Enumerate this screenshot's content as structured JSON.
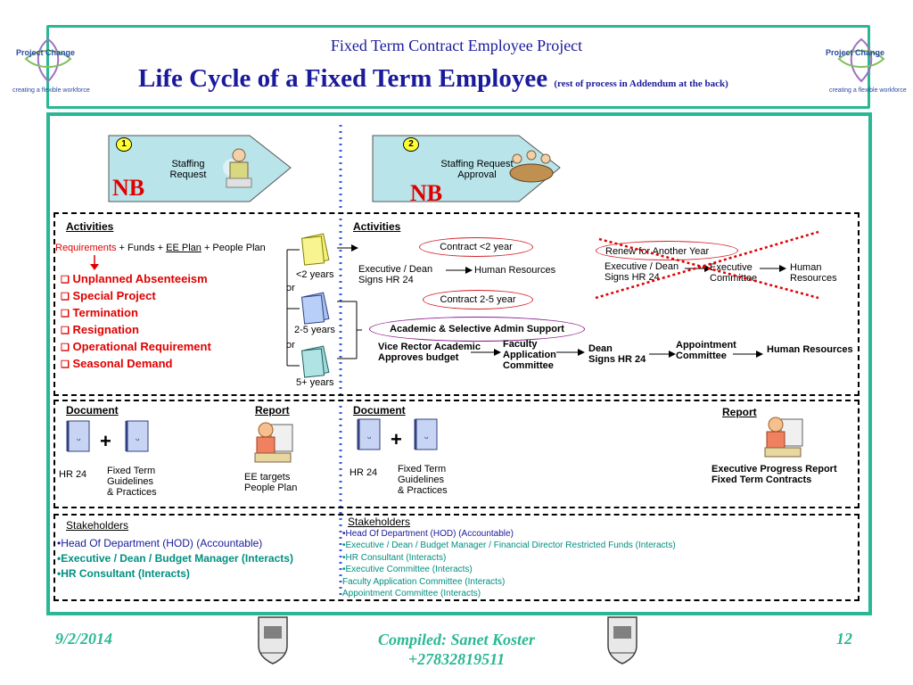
{
  "header": {
    "subtitle": "Fixed Term Contract Employee Project",
    "title": "Life Cycle of a Fixed Term Employee",
    "note": "(rest of process in Addendum at the back)",
    "logo_text": "Project Change",
    "logo_tagline": "creating a flexible workforce"
  },
  "steps": [
    {
      "number": "1",
      "label_line1": "Staffing",
      "label_line2": "Request",
      "flag": "NB"
    },
    {
      "number": "2",
      "label_line1": "Staffing Request",
      "label_line2": "Approval",
      "flag": "NB"
    }
  ],
  "left_activities": {
    "heading": "Activities",
    "req_part1": "Requirements",
    "req_part2": " + Funds + ",
    "req_part3": "EE Plan",
    "req_part4": " + People Plan",
    "reasons": [
      "Unplanned Absenteeism",
      "Special Project",
      "Termination",
      "Resignation",
      "Operational Requirement",
      "Seasonal Demand"
    ],
    "durations": [
      "<2 years",
      "2-5 years",
      "5+ years"
    ],
    "or_label": "or"
  },
  "right_activities": {
    "heading": "Activities",
    "contract_short": "Contract  <2 year",
    "exec_dean_line1": "Executive / Dean",
    "exec_dean_line2": "Signs HR 24",
    "human_resources": "Human Resources",
    "contract_mid": "Contract  2-5 year",
    "renew": "Renew for Another Year",
    "renew_exec_line1": "Executive / Dean",
    "renew_exec_line2": "Signs HR 24",
    "executive_committee_line1": "Executive",
    "executive_committee_line2": "Committee",
    "hr_line1": "Human",
    "hr_line2": "Resources",
    "academic": "Academic & Selective Admin Support",
    "vice_rector_line1": "Vice Rector Academic",
    "vice_rector_line2": "Approves budget",
    "faculty_line1": "Faculty",
    "faculty_line2": "Application",
    "faculty_line3": "Committee",
    "dean_line1": "Dean",
    "dean_line2": "Signs HR 24",
    "appointment_line1": "Appointment",
    "appointment_line2": "Committee",
    "human_resources_2": "Human Resources"
  },
  "left_document": {
    "heading": "Document",
    "report_heading": "Report",
    "doc1": "HR 24",
    "doc2_line1": "Fixed Term",
    "doc2_line2": "Guidelines",
    "doc2_line3": "& Practices",
    "report_line1": "EE targets",
    "report_line2": "People Plan",
    "plus": "+"
  },
  "right_document": {
    "heading": "Document",
    "report_heading": "Report",
    "doc1": "HR 24",
    "doc2_line1": "Fixed Term",
    "doc2_line2": "Guidelines",
    "doc2_line3": "& Practices",
    "report_line1": "Executive Progress Report",
    "report_line2": "Fixed Term Contracts",
    "plus": "+"
  },
  "left_stakeholders": {
    "heading": "Stakeholders",
    "items": [
      "•Head Of Department (HOD) (Accountable)",
      "•Executive / Dean / Budget Manager (Interacts)",
      "•HR Consultant (Interacts)"
    ]
  },
  "right_stakeholders": {
    "heading": "Stakeholders",
    "items": [
      "•Head Of Department (HOD) (Accountable)",
      "•Executive / Dean / Budget Manager / Financial Director Restricted Funds (Interacts)",
      "•HR Consultant (Interacts)",
      "•Executive Committee (Interacts)",
      "Faculty Application Committee (Interacts)",
      "Appointment Committee (Interacts)"
    ]
  },
  "footer": {
    "date": "9/2/2014",
    "compiled_line1": "Compiled: Sanet Koster",
    "compiled_line2": "+27832819511",
    "page": "12"
  },
  "colors": {
    "frame": "#2ab894",
    "title": "#1a1a9c",
    "red": "#e00000",
    "teal": "#009080",
    "divider": "#3a5adc"
  }
}
